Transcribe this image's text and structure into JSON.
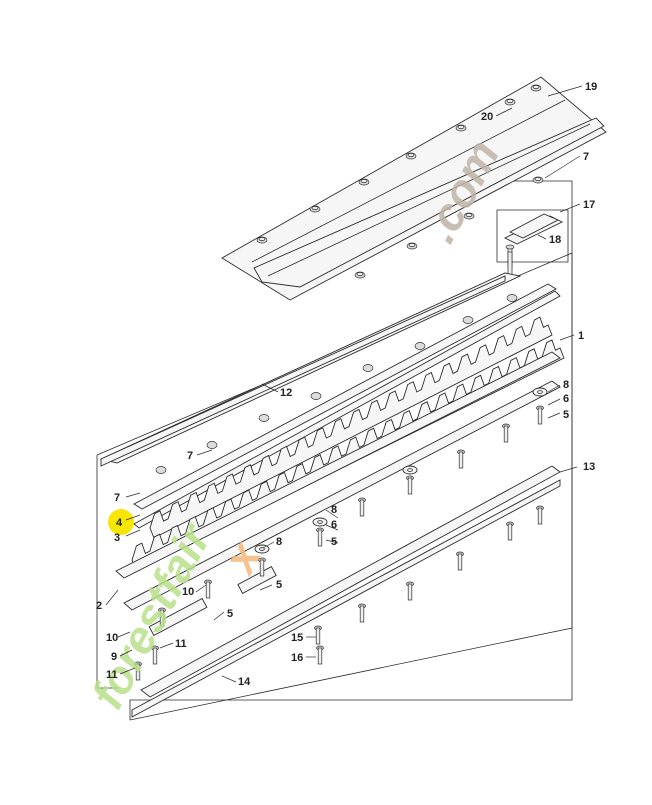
{
  "diagram": {
    "callouts": [
      {
        "id": "c19a",
        "text": "19"
      },
      {
        "id": "c20",
        "text": "20"
      },
      {
        "id": "c7a",
        "text": "7"
      },
      {
        "id": "c17",
        "text": "17"
      },
      {
        "id": "c18",
        "text": "18"
      },
      {
        "id": "c1",
        "text": "1"
      },
      {
        "id": "c12",
        "text": "12"
      },
      {
        "id": "c8a",
        "text": "8"
      },
      {
        "id": "c6a",
        "text": "6"
      },
      {
        "id": "c5a",
        "text": "5"
      },
      {
        "id": "c7b",
        "text": "7"
      },
      {
        "id": "c7c",
        "text": "7"
      },
      {
        "id": "c4",
        "text": "4"
      },
      {
        "id": "c3",
        "text": "3"
      },
      {
        "id": "c8b",
        "text": "8"
      },
      {
        "id": "c6b",
        "text": "6"
      },
      {
        "id": "c5b",
        "text": "5"
      },
      {
        "id": "c8c",
        "text": "8"
      },
      {
        "id": "c13",
        "text": "13"
      },
      {
        "id": "c2",
        "text": "2"
      },
      {
        "id": "c10a",
        "text": "10"
      },
      {
        "id": "c5c",
        "text": "5"
      },
      {
        "id": "c5d",
        "text": "5"
      },
      {
        "id": "c10b",
        "text": "10"
      },
      {
        "id": "c11a",
        "text": "11"
      },
      {
        "id": "c9",
        "text": "9"
      },
      {
        "id": "c15",
        "text": "15"
      },
      {
        "id": "c16",
        "text": "16"
      },
      {
        "id": "c11b",
        "text": "11"
      },
      {
        "id": "c14",
        "text": "14"
      }
    ],
    "highlight_callout": "4",
    "highlight_color": "#f6e600",
    "watermark": {
      "text_green": "forestfair",
      "text_orange": "x",
      "text_brown": ".com",
      "green": "#b9e08a",
      "orange": "#f5b87a",
      "brown": "#bfb3a6"
    }
  }
}
